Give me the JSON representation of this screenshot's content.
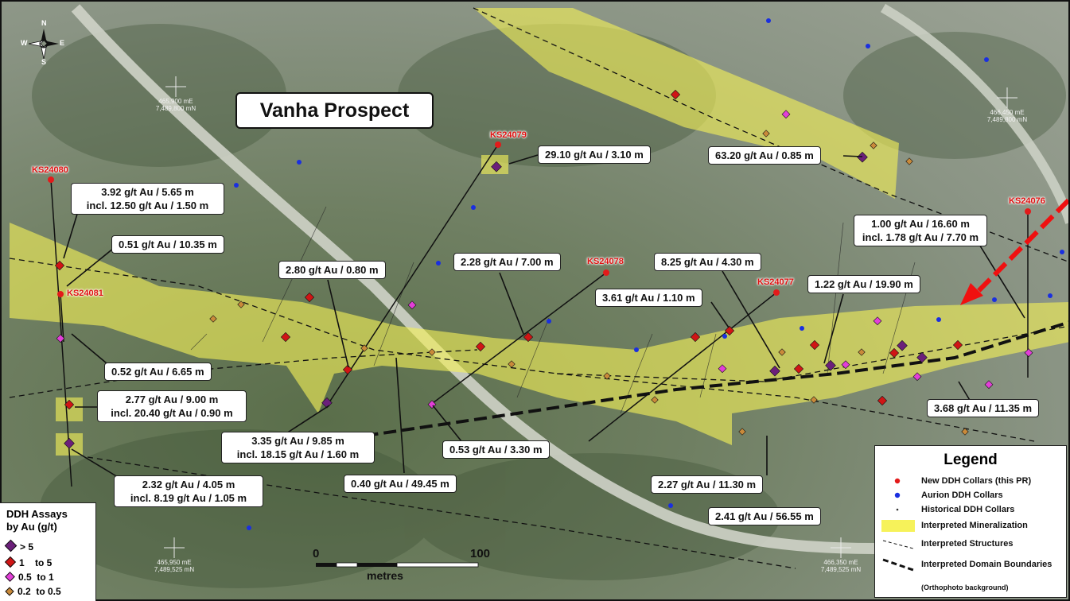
{
  "title": "Vanha Prospect",
  "legend": {
    "title": "Legend",
    "items": [
      {
        "label": "New DDH Collars (this PR)",
        "symbol": "red-dot",
        "color": "#e31a1a"
      },
      {
        "label": "Aurion DDH Collars",
        "symbol": "blue-dot",
        "color": "#1a2fe0"
      },
      {
        "label": "Historical DDH Collars",
        "symbol": "small-dot",
        "color": "#333333"
      },
      {
        "label": "Interpreted Mineralization",
        "symbol": "yellow-box",
        "color": "#f6f25a"
      },
      {
        "label": "Interpreted Structures",
        "symbol": "thin-dashed-line",
        "color": "#111111"
      },
      {
        "label": "Interpreted Domain Boundaries",
        "symbol": "thick-dashed-line",
        "color": "#111111"
      },
      {
        "label": "(Orthophoto background)",
        "symbol": "none",
        "color": ""
      }
    ]
  },
  "assay_legend": {
    "title_line1": "DDH Assays",
    "title_line2": "by Au (g/t)",
    "classes": [
      {
        "label": "> 5",
        "color": "#6b1f7a"
      },
      {
        "label": "1    to 5",
        "color": "#d01515"
      },
      {
        "label": "0.5  to 1",
        "color": "#e23fd8"
      },
      {
        "label": "0.2  to 0.5",
        "color": "#c98a3a"
      }
    ]
  },
  "scale": {
    "start": "0",
    "end": "100",
    "unit": "metres"
  },
  "north_arrow": {
    "n": "N",
    "s": "S",
    "e": "E",
    "w": "W"
  },
  "holes": [
    "KS24080",
    "KS24081",
    "KS24079",
    "KS24078",
    "KS24077",
    "KS24076"
  ],
  "callouts": [
    {
      "line1": "3.92 g/t Au / 5.65 m",
      "line2": "incl. 12.50 g/t Au / 1.50 m"
    },
    {
      "line1": "0.51 g/t Au / 10.35 m",
      "line2": ""
    },
    {
      "line1": "29.10 g/t Au / 3.10 m",
      "line2": ""
    },
    {
      "line1": "63.20 g/t Au / 0.85 m",
      "line2": ""
    },
    {
      "line1": "1.00 g/t Au / 16.60 m",
      "line2": "incl. 1.78 g/t Au / 7.70 m"
    },
    {
      "line1": "2.80 g/t Au / 0.80 m",
      "line2": ""
    },
    {
      "line1": "2.28 g/t Au / 7.00 m",
      "line2": ""
    },
    {
      "line1": "8.25 g/t Au / 4.30 m",
      "line2": ""
    },
    {
      "line1": "1.22 g/t Au / 19.90 m",
      "line2": ""
    },
    {
      "line1": "3.61 g/t Au / 1.10 m",
      "line2": ""
    },
    {
      "line1": "0.52 g/t Au / 6.65 m",
      "line2": ""
    },
    {
      "line1": "2.77 g/t Au / 9.00 m",
      "line2": "incl. 20.40 g/t Au / 0.90 m"
    },
    {
      "line1": "3.35 g/t Au / 9.85 m",
      "line2": "incl. 18.15 g/t Au / 1.60 m"
    },
    {
      "line1": "0.53 g/t Au / 3.30 m",
      "line2": ""
    },
    {
      "line1": "0.40 g/t Au / 49.45 m",
      "line2": ""
    },
    {
      "line1": "2.32 g/t Au / 4.05 m",
      "line2": "incl. 8.19 g/t Au / 1.05 m"
    },
    {
      "line1": "2.27 g/t Au / 11.30 m",
      "line2": ""
    },
    {
      "line1": "2.41 g/t Au / 56.55 m",
      "line2": ""
    },
    {
      "line1": "3.68 g/t Au / 11.35 m",
      "line2": ""
    }
  ],
  "grid_coords": [
    {
      "line1": "465,900 mE",
      "line2": "7,489,800 mN"
    },
    {
      "line1": "466,450 mE",
      "line2": "7,489,800 mN"
    },
    {
      "line1": "465,950 mE",
      "line2": "7,489,525 mN"
    },
    {
      "line1": "466,350 mE",
      "line2": "7,489,525 mN"
    }
  ]
}
